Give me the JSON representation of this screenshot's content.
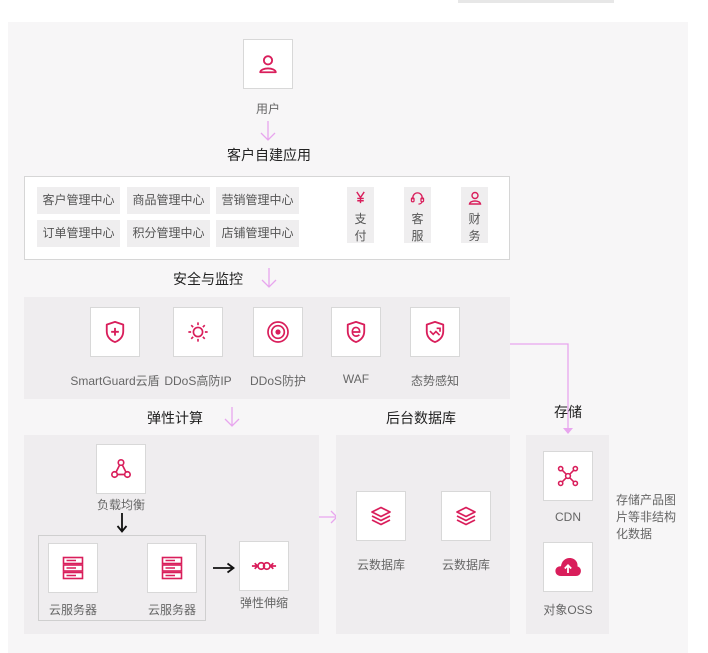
{
  "colors": {
    "accent": "#d91e5b",
    "arrow": "#e8a6ee"
  },
  "user": {
    "label": "用户",
    "icon": "user-icon"
  },
  "client_apps": {
    "title": "客户自建应用",
    "modules": [
      "客户管理中心",
      "商品管理中心",
      "营销管理中心",
      "订单管理中心",
      "积分管理中心",
      "店铺管理中心"
    ],
    "pay": {
      "icon": "yen-icon",
      "c1": "支",
      "c2": "付"
    },
    "service": {
      "icon": "headset-icon",
      "c1": "客",
      "c2": "服"
    },
    "finance": {
      "icon": "person-icon",
      "c1": "财",
      "c2": "务"
    }
  },
  "security": {
    "title": "安全与监控",
    "items": [
      {
        "label": "SmartGuard云盾",
        "icon": "shield-plus-icon"
      },
      {
        "label": "DDoS高防IP",
        "icon": "gear-icon"
      },
      {
        "label": "DDoS防护",
        "icon": "target-icon"
      },
      {
        "label": "WAF",
        "icon": "waf-shield-icon"
      },
      {
        "label": "态势感知",
        "icon": "trend-shield-icon"
      }
    ]
  },
  "compute": {
    "title": "弹性计算",
    "load_balancer": "负载均衡",
    "server1": "云服务器",
    "server2": "云服务器",
    "scaling": "弹性伸缩"
  },
  "database": {
    "title": "后台数据库",
    "db1": "云数据库",
    "db2": "云数据库"
  },
  "storage": {
    "title": "存储",
    "cdn": "CDN",
    "oss": "对象OSS",
    "note1": "存储产品图",
    "note2": "片等非结构",
    "note3": "化数据"
  }
}
